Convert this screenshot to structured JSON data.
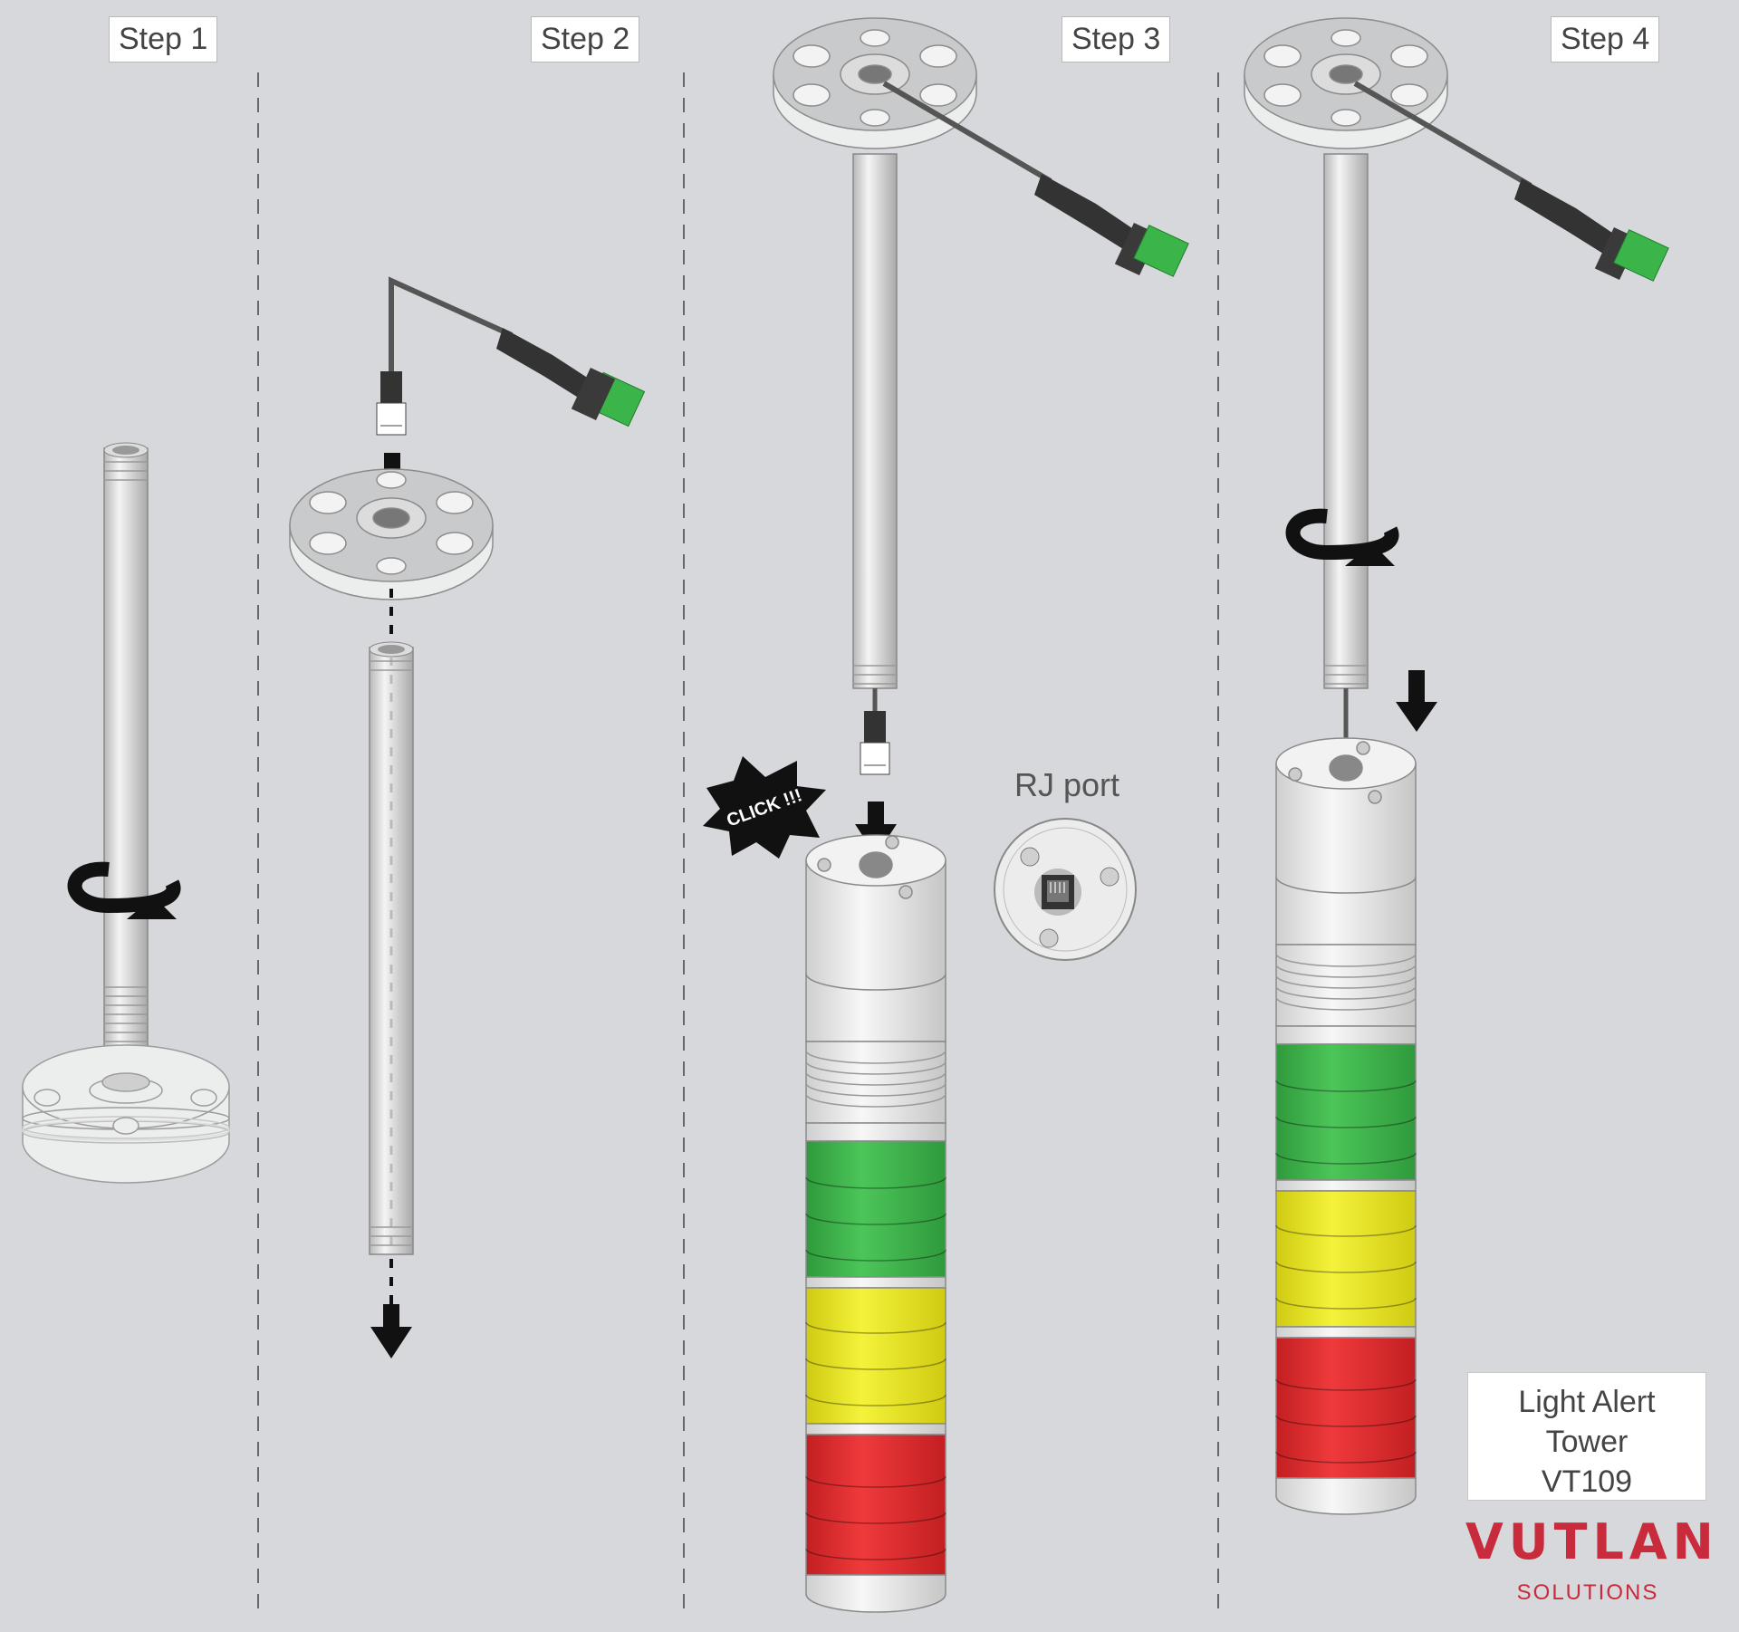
{
  "steps": [
    "Step 1",
    "Step 2",
    "Step 3",
    "Step 4"
  ],
  "callouts": {
    "click": "CLICK !!!",
    "rj_port": "RJ port"
  },
  "product": {
    "line1": "Light Alert",
    "line2": "Tower",
    "model": "VT109"
  },
  "brand": {
    "name": "VUTLAN",
    "tagline": "SOLUTIONS"
  },
  "colors": {
    "background": "#d7d8db",
    "green": "#3cb44a",
    "yellow": "#e9e623",
    "red": "#e23233",
    "brand": "#c72b3c",
    "connector": "#39b54a"
  },
  "icons": [
    "rotate-arrow-icon",
    "down-arrow-icon",
    "rj45-plug-icon",
    "terminal-connector-icon",
    "mounting-plate-icon",
    "rj-port-icon",
    "click-burst-icon"
  ]
}
